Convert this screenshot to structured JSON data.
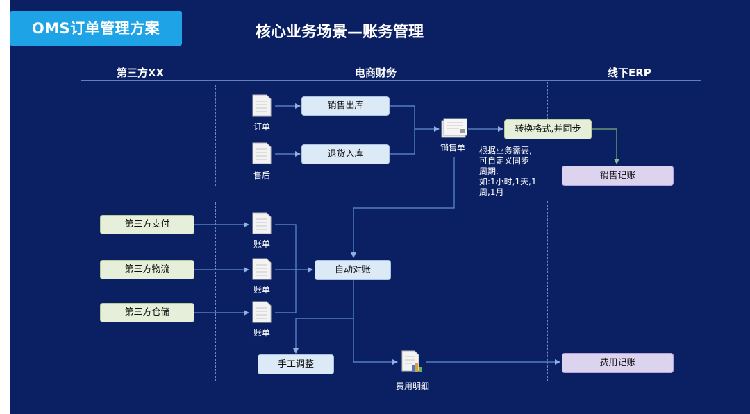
{
  "header": {
    "badge": "OMS订单管理方案",
    "title": "核心业务场景—账务管理"
  },
  "columns": {
    "left": "第三方XX",
    "middle": "电商财务",
    "right": "线下ERP"
  },
  "nodes": {
    "order": "订单",
    "aftersale": "售后",
    "sales_out": "销售出库",
    "return_in": "退货入库",
    "sales_doc": "销售单",
    "convert_sync": "转换格式,并同步",
    "sales_booking": "销售记账",
    "third_pay": "第三方支付",
    "third_logistics": "第三方物流",
    "third_storage": "第三方仓储",
    "bill_1": "账单",
    "bill_2": "账单",
    "bill_3": "账单",
    "auto_reconcile": "自动对账",
    "manual_adjust": "手工调整",
    "cost_detail": "费用明细",
    "cost_booking": "费用记账"
  },
  "note": {
    "lines": [
      "根据业务需要,",
      "可自定义同步",
      "周期.",
      "如:1小时,1天,1",
      "周,1月"
    ]
  },
  "colors": {
    "background": "#0b2063",
    "badge": "#1ea3e6",
    "box_blue": "#dce9f7",
    "box_green": "#e6efd9",
    "box_purple": "#dcd3ef",
    "connector": "#5f8fd0"
  },
  "icons": {
    "document": "document-icon",
    "sales_doc": "receipt-icon",
    "cost_detail": "report-chart-icon"
  }
}
